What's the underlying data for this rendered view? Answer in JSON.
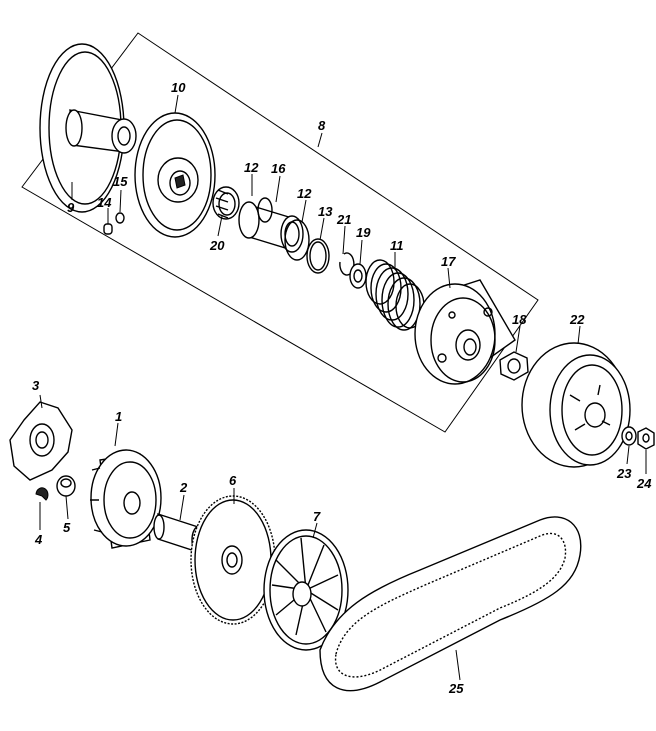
{
  "labels": {
    "p1": "1",
    "p2": "2",
    "p3": "3",
    "p4": "4",
    "p5": "5",
    "p6": "6",
    "p7": "7",
    "p8": "8",
    "p9": "9",
    "p10": "10",
    "p11": "11",
    "p12a": "12",
    "p12b": "12",
    "p13": "13",
    "p14": "14",
    "p15": "15",
    "p16": "16",
    "p17": "17",
    "p18": "18",
    "p19": "19",
    "p20": "20",
    "p21": "21",
    "p22": "22",
    "p23": "23",
    "p24": "24",
    "p25": "25"
  }
}
